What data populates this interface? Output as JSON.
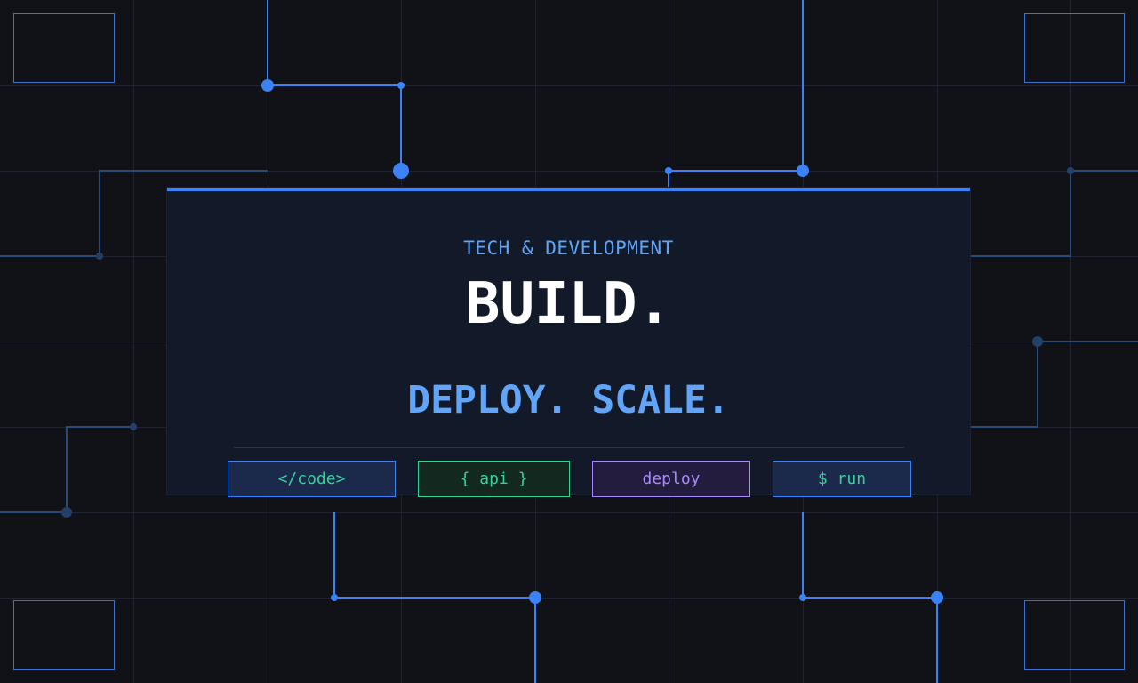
{
  "hero": {
    "subtitle": "TECH & DEVELOPMENT",
    "title": "BUILD.",
    "title_secondary": "DEPLOY. SCALE."
  },
  "tags": [
    {
      "label": "</code>",
      "bg": "#1b2a4a",
      "border": "#3b82f6",
      "color": "#34d399"
    },
    {
      "label": "{ api }",
      "bg": "#13281f",
      "border": "#34d399",
      "color": "#34d399"
    },
    {
      "label": "deploy",
      "bg": "#231c3f",
      "border": "#a78bfa",
      "color": "#a78bfa"
    },
    {
      "label": "$ run",
      "bg": "#1b2a4a",
      "border": "#3b82f6",
      "color": "#34d399"
    }
  ],
  "colors": {
    "accent": "#3b82f6",
    "accent_dim": "#1e3a5f",
    "text_accent": "#60a5fa",
    "background": "#111218"
  }
}
